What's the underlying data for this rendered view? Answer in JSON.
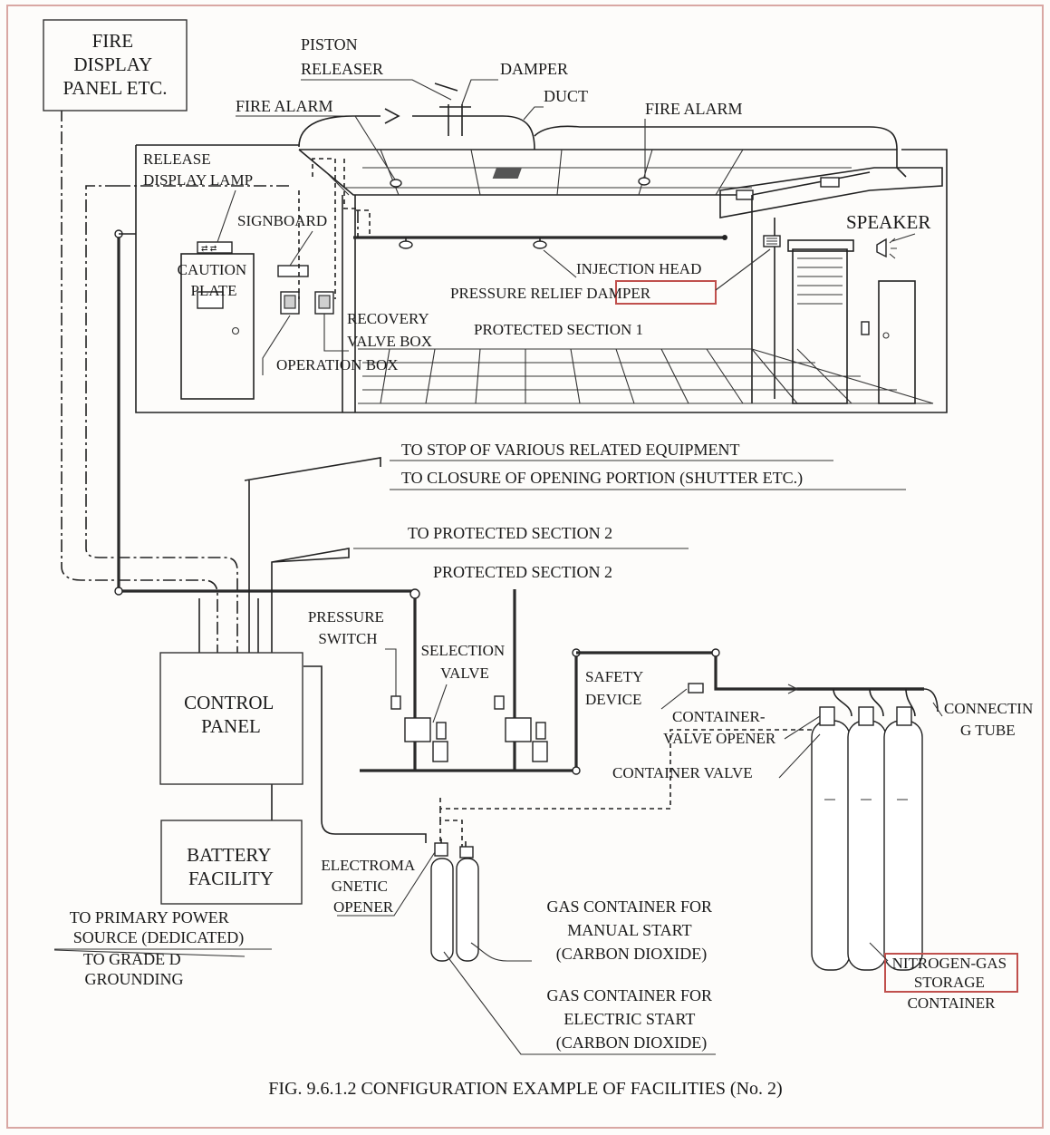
{
  "labels": {
    "fire_display_panel": [
      "FIRE",
      "DISPLAY",
      "PANEL ETC."
    ],
    "piston_releaser": [
      "PISTON",
      "RELEASER"
    ],
    "damper": "DAMPER",
    "duct": "DUCT",
    "fire_alarm_left": "FIRE ALARM",
    "fire_alarm_right": "FIRE ALARM",
    "release_display_lamp": [
      "RELEASE",
      "DISPLAY LAMP"
    ],
    "signboard": "SIGNBOARD",
    "speaker": "SPEAKER",
    "caution_plate": [
      "CAUTION",
      "PLATE"
    ],
    "injection_head": "INJECTION HEAD",
    "pressure_relief_damper": "PRESSURE RELIEF DAMPER",
    "recovery_valve_box": [
      "RECOVERY",
      "VALVE BOX"
    ],
    "protected_section_1": "PROTECTED SECTION 1",
    "operation_box": "OPERATION BOX",
    "to_stop_equipment": "TO STOP OF VARIOUS RELATED EQUIPMENT",
    "to_closure": "TO CLOSURE OF OPENING PORTION (SHUTTER ETC.)",
    "to_protected_section_2": "TO PROTECTED SECTION 2",
    "protected_section_2": "PROTECTED SECTION 2",
    "pressure_switch": [
      "PRESSURE",
      "SWITCH"
    ],
    "selection_valve": [
      "SELECTION",
      "VALVE"
    ],
    "safety_device": [
      "SAFETY",
      "DEVICE"
    ],
    "connecting_tube": [
      "CONNECTIN",
      "G TUBE"
    ],
    "container_valve_opener": [
      "CONTAINER-",
      "VALVE OPENER"
    ],
    "container_valve": "CONTAINER VALVE",
    "control_panel": [
      "CONTROL",
      "PANEL"
    ],
    "battery_facility": [
      "BATTERY",
      "FACILITY"
    ],
    "electromagnetic_opener": [
      "ELECTROMA",
      "GNETIC",
      "OPENER"
    ],
    "to_primary_power": [
      "TO PRIMARY POWER",
      "SOURCE (DEDICATED)"
    ],
    "to_grade_d": [
      "TO GRADE D",
      "GROUNDING"
    ],
    "gas_manual": [
      "GAS CONTAINER FOR",
      "MANUAL START",
      "(CARBON DIOXIDE)"
    ],
    "gas_electric": [
      "GAS CONTAINER FOR",
      "ELECTRIC START",
      "(CARBON DIOXIDE)"
    ],
    "nitrogen_storage": [
      "NITROGEN-GAS",
      "STORAGE",
      "CONTAINER"
    ]
  },
  "caption": "FIG. 9.6.1.2 CONFIGURATION EXAMPLE OF FACILITIES (No. 2)",
  "colors": {
    "highlight_box": "#c0504d",
    "frame": "#d9a7a3",
    "line": "#222222"
  }
}
